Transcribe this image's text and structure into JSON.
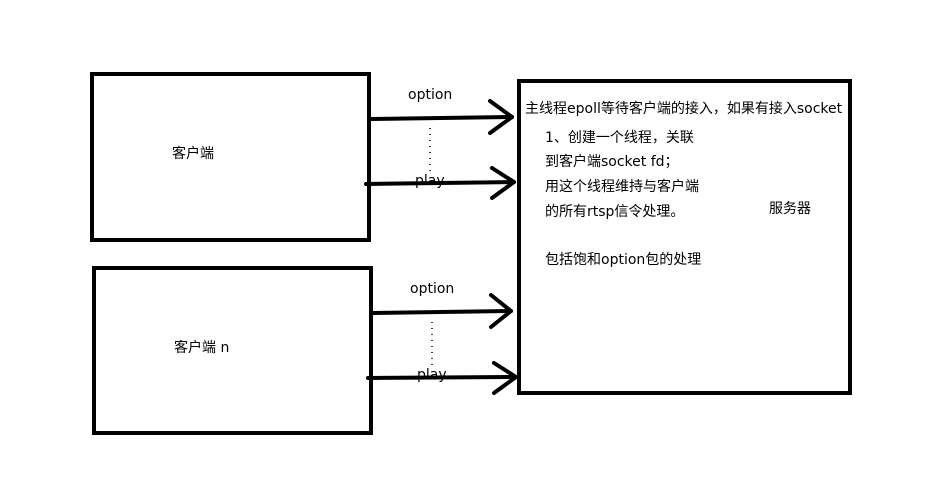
{
  "clients": [
    {
      "label": "客户端",
      "option_label": "option",
      "play_label": "play"
    },
    {
      "label": "客户端   n",
      "option_label": "option",
      "play_label": "play"
    }
  ],
  "server": {
    "label": "服务器",
    "header": "主线程epoll等待客户端的接入，如果有接入socket",
    "steps": [
      "1、创建一个线程，关联",
      "到客户端socket fd；",
      "用这个线程维持与客户端",
      "的所有rtsp信令处理。"
    ],
    "note": "包括饱和option包的处理"
  }
}
